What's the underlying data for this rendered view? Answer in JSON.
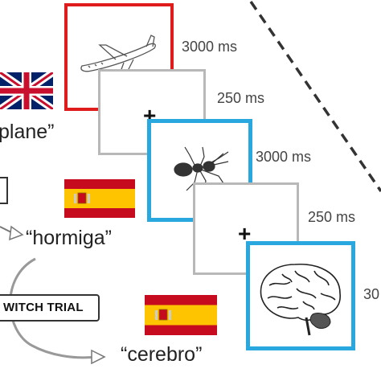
{
  "frames": [
    {
      "border": "red",
      "stimulus": "airplane-drawing",
      "duration": "3000 ms"
    },
    {
      "border": "gray",
      "stimulus": "fixation-cross",
      "symbol": "+",
      "duration": "250 ms"
    },
    {
      "border": "blue",
      "stimulus": "ant-drawing",
      "duration": "3000 ms"
    },
    {
      "border": "gray",
      "stimulus": "fixation-cross",
      "symbol": "+",
      "duration": "250 ms"
    },
    {
      "border": "blue",
      "stimulus": "brain-drawing",
      "duration": "30"
    }
  ],
  "words": {
    "english": "plane”",
    "spanish_1": "“hormiga”",
    "spanish_2": "“cerebro”"
  },
  "flags": {
    "uk": "uk-flag-icon",
    "spain_1": "spain-flag-icon",
    "spain_2": "spain-flag-icon"
  },
  "switch_trial_label": "WITCH TRIAL",
  "colors": {
    "red_frame": "#e01b1b",
    "gray_frame": "#b8b8b8",
    "blue_frame": "#29a8e0",
    "spain_red": "#c60b1e",
    "spain_yellow": "#ffc400",
    "uk_blue": "#012169",
    "uk_red": "#c8102e"
  }
}
